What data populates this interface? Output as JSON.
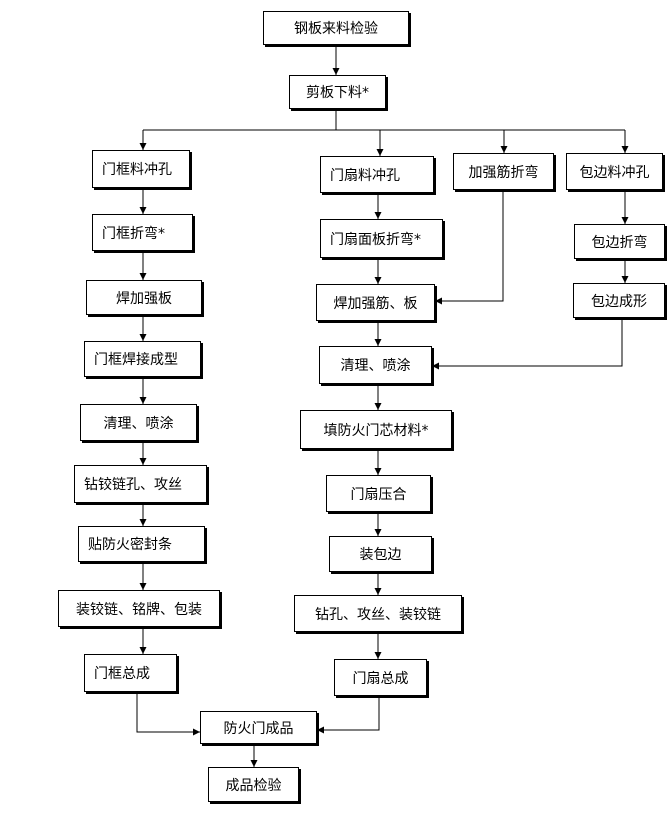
{
  "nodes": {
    "steel_inspection": "钢板来料检验",
    "shearing": "剪板下料*",
    "frame_punching": "门框料冲孔",
    "frame_bending": "门框折弯*",
    "weld_reinforcing_plate": "焊加强板",
    "frame_welding": "门框焊接成型",
    "frame_cleaning_spraying": "清理、喷涂",
    "drill_hinge_tap": "钻铰链孔、攻丝",
    "fire_seal_strip": "贴防火密封条",
    "install_hinge_nameplate_pack": "装铰链、铭牌、包装",
    "frame_assembly": "门框总成",
    "leaf_punching": "门扇料冲孔",
    "leaf_panel_bending": "门扇面板折弯*",
    "weld_rib_plate": "焊加强筋、板",
    "leaf_cleaning_spraying": "清理、喷涂",
    "fill_core_material": "填防火门芯材料*",
    "leaf_pressing": "门扇压合",
    "install_edging": "装包边",
    "drill_tap_install_hinge": "钻孔、攻丝、装铰链",
    "leaf_assembly": "门扇总成",
    "rib_bending": "加强筋折弯",
    "edging_punching": "包边料冲孔",
    "edging_bending": "包边折弯",
    "edging_forming": "包边成形",
    "finished_fire_door": "防火门成品",
    "final_inspection": "成品检验"
  }
}
